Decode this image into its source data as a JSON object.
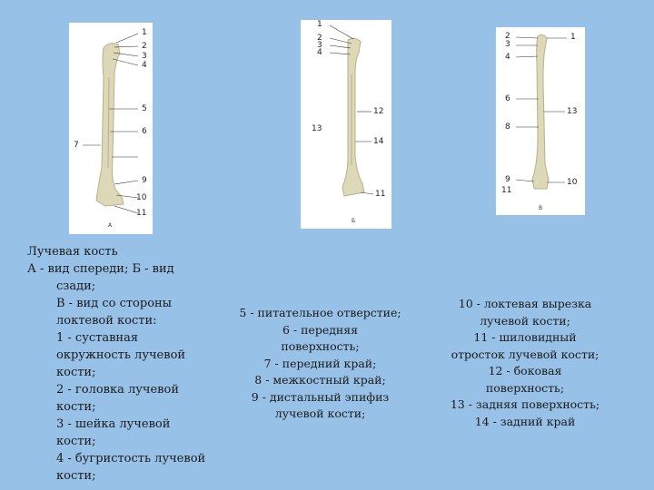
{
  "figure": {
    "panel_a": {
      "letter": "А",
      "labels": {
        "n1": "1",
        "n2": "2",
        "n3": "3",
        "n4": "4",
        "n5": "5",
        "n6": "6",
        "n7": "7",
        "n9": "9",
        "n10": "10",
        "n11": "11"
      }
    },
    "panel_b": {
      "letter": "Б",
      "labels": {
        "n1": "1",
        "n2": "2",
        "n3": "3",
        "n4": "4",
        "n12": "12",
        "n13": "13",
        "n14": "14",
        "n11": "11"
      }
    },
    "panel_c": {
      "letter": "В",
      "labels": {
        "n1": "1",
        "n2": "2",
        "n3": "3",
        "n4": "4",
        "n6": "6",
        "n13": "13",
        "n8": "8",
        "n9": "9",
        "n10": "10",
        "n11": "11"
      }
    },
    "bone_color": "#ddd8b8",
    "bone_shadow": "#b9b08a"
  },
  "caption": {
    "col1": [
      "Лучевая кость",
      "А - вид спереди; Б - вид",
      "сзади;",
      "В - вид со стороны",
      "локтевой кости:",
      "1 - суставная",
      "окружность лучевой",
      "кости;",
      "2 - головка лучевой",
      "кости;",
      "3 - шейка лучевой",
      "кости;",
      "4 - бугристость лучевой",
      "кости;"
    ],
    "col2": [
      "5 - питательное отверстие;",
      "6 - передняя",
      "поверхность;",
      "7 - передний край;",
      "8 - межкостный край;",
      "9 - дистальный эпифиз",
      "лучевой кости;"
    ],
    "col3": [
      "10 - локтевая вырезка",
      "лучевой кости;",
      "11 - шиловидный",
      "отросток лучевой кости;",
      "12 - боковая",
      "поверхность;",
      "13 - задняя поверхность;",
      "14 - задний край"
    ]
  }
}
